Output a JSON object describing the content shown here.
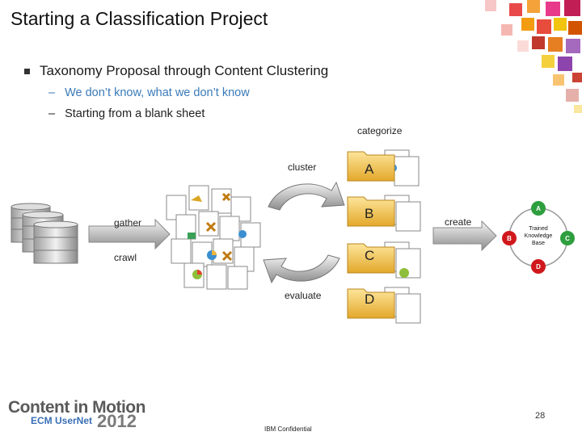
{
  "title": "Starting a Classification Project",
  "bullet": {
    "text": "Taxonomy Proposal through Content Clustering",
    "sub": [
      {
        "dash": "–",
        "text": "We don’t know, what we don’t know"
      },
      {
        "dash": "–",
        "text": "Starting from a blank sheet"
      }
    ]
  },
  "diagram": {
    "categorize": "categorize",
    "cluster": "cluster",
    "evaluate": "evaluate",
    "gather": "gather",
    "crawl": "crawl",
    "create": "create",
    "folders": [
      "A",
      "B",
      "C",
      "D"
    ],
    "knowledge_base": {
      "center": "Trained Knowledge Base",
      "nodes": {
        "A": "A",
        "B": "B",
        "C": "C",
        "D": "D"
      }
    }
  },
  "footer": {
    "page_number": "28",
    "confidential": "IBM Confidential",
    "logo_title": "Content in Motion",
    "logo_sub": "ECM UserNet",
    "logo_year": "2012"
  },
  "colors": {
    "accent_blue": "#3a7ab8",
    "node_green": "#2e9e3e",
    "node_red": "#d0181c",
    "folder_yellow": "#f2c84b"
  }
}
